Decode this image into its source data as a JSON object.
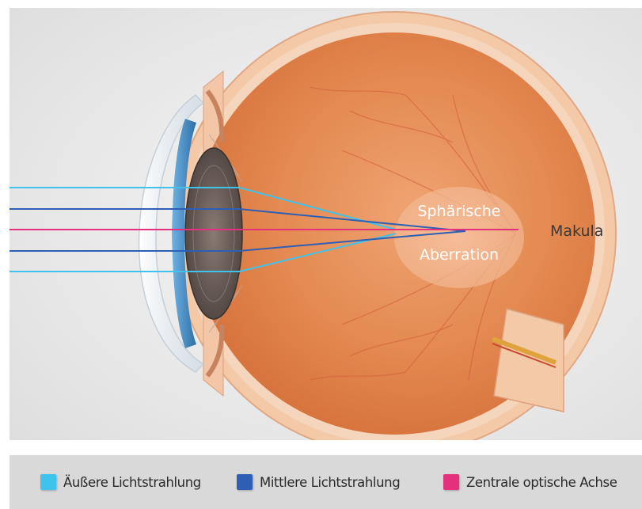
{
  "diagram": {
    "aberration_label_line1": "Sphärische",
    "aberration_label_line2": "Aberration",
    "macula_label": "Makula"
  },
  "legend": {
    "items": [
      {
        "label": "Äußere Lichtstrahlung",
        "color": "#3fc3ec"
      },
      {
        "label": "Mittlere Lichtstrahlung",
        "color": "#2f5fb4"
      },
      {
        "label": "Zentrale optische Achse",
        "color": "#e5307e"
      }
    ]
  },
  "colors": {
    "outer_ray": "#3fc3ec",
    "middle_ray": "#2f5fb4",
    "axis_ray": "#e5307e",
    "background": "#e9e9e9",
    "eyeball_fill": "#e4834c",
    "sclera": "#f3c9a8",
    "legend_background": "#d9d9d9"
  }
}
